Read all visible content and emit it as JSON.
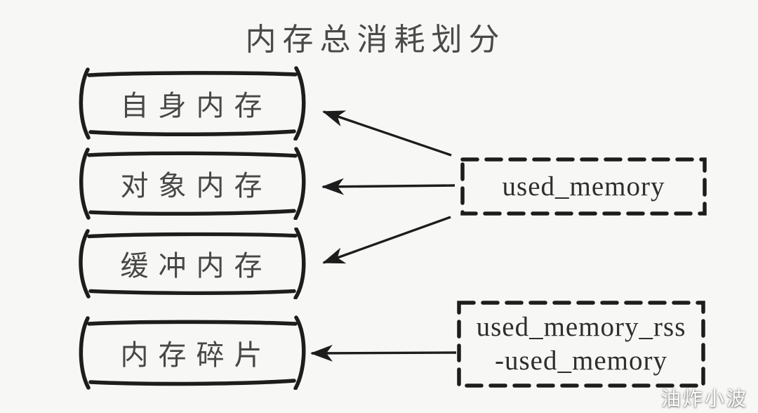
{
  "title": "内存总消耗划分",
  "left_boxes": [
    {
      "label": "自身内存"
    },
    {
      "label": "对象内存"
    },
    {
      "label": "缓冲内存"
    },
    {
      "label": "内存碎片"
    }
  ],
  "right_boxes": [
    {
      "lines": [
        "used_memory"
      ]
    },
    {
      "lines": [
        "used_memory_rss",
        "-used_memory"
      ]
    }
  ],
  "connections": [
    {
      "from": "used_memory",
      "to": "自身内存"
    },
    {
      "from": "used_memory",
      "to": "对象内存"
    },
    {
      "from": "used_memory",
      "to": "缓冲内存"
    },
    {
      "from": "used_memory_rss-used_memory",
      "to": "内存碎片"
    }
  ],
  "watermark": "油炸小波",
  "colors": {
    "ink": "#1d1d1d",
    "label_text": "#474747",
    "metric_text": "#2e2e2e",
    "background": "#f7f7f5",
    "watermark": "#ffffff"
  }
}
